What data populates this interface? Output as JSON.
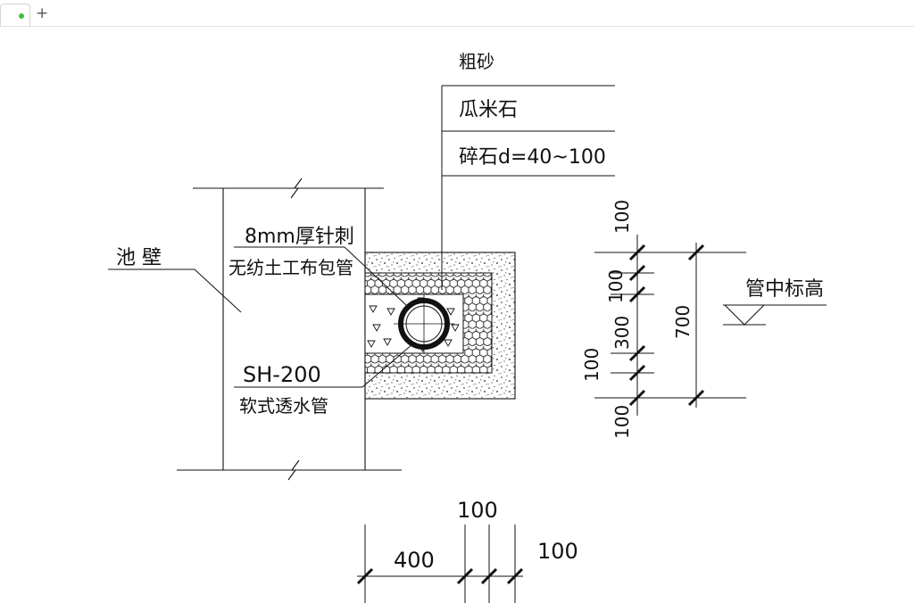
{
  "tabs": [
    {
      "label": "",
      "status_color": "#3fbf3f",
      "active": true
    }
  ],
  "new_tab_label": "+",
  "drawing": {
    "labels": {
      "coarse_sand": "粗砂",
      "melon_rice_stone": "瓜米石",
      "gravel": "碎石d=40~100",
      "pool_wall": "池  壁",
      "geotextile_line1": "8mm厚针刺",
      "geotextile_line2": "无纺土工布包管",
      "pipe_model": "SH-200",
      "pipe_name": "软式透水管",
      "pipe_center_elev": "管中标高"
    },
    "dimensions": {
      "v_top": "100",
      "v_100a": "100",
      "v_300": "300",
      "v_100b": "100",
      "v_bottom": "100",
      "v_total": "700",
      "h_400": "400",
      "h_100a": "100",
      "h_100b": "100"
    }
  }
}
